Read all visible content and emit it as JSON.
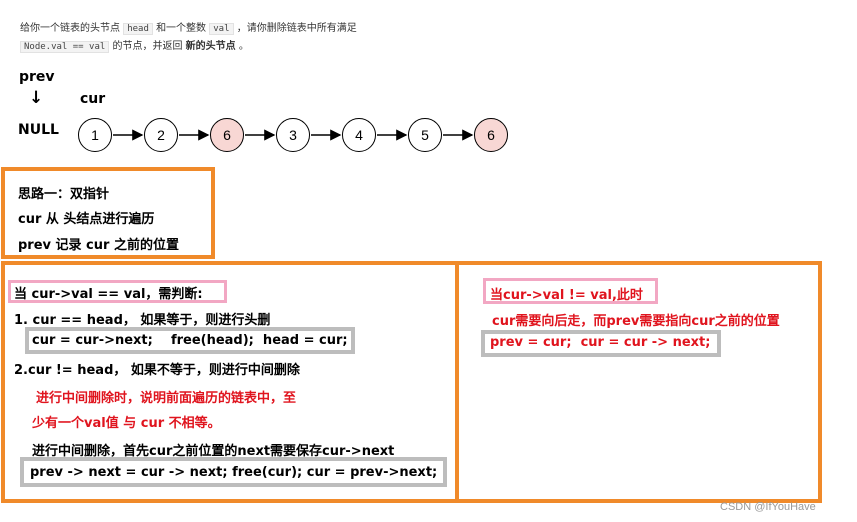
{
  "prompt": {
    "line1_a": "给你一个链表的头节点",
    "code_head": "head",
    "line1_b": "和一个整数",
    "code_val": "val",
    "line1_c": "，请你删除链表中所有满足",
    "code_cond": "Node.val == val",
    "line2_a": "的节点，并返回",
    "line2_bold": "新的头节点",
    "line2_end": "。"
  },
  "diagram": {
    "prev_label": "prev",
    "arrow_down": "↓",
    "cur_label": "cur",
    "null_label": "NULL",
    "nodes": [
      "1",
      "2",
      "6",
      "3",
      "4",
      "5",
      "6"
    ],
    "highlight_color": "#f8d7d4"
  },
  "idea_box": {
    "line1": "思路一：双指针",
    "line2": "cur 从 头结点进行遍历",
    "line3": "prev 记录 cur 之前的位置"
  },
  "left_box": {
    "title": "当 cur->val == val，需判断:",
    "case1": "1. cur == head， 如果等于，则进行头删",
    "code1": "cur = cur->next;    free(head);  head = cur;",
    "case2": "2.cur != head， 如果不等于，则进行中间删除",
    "note1": "进行中间删除时，说明前面遍历的链表中，至",
    "note2": "少有一个val值 与 cur 不相等。",
    "desc": "进行中间删除，首先cur之前位置的next需要保存cur->next",
    "code2": "prev -> next = cur -> next; free(cur); cur = prev->next;"
  },
  "right_box": {
    "title": "当cur->val != val,此时",
    "desc": "cur需要向后走，而prev需要指向cur之前的位置",
    "code": "prev = cur;  cur = cur -> next;"
  },
  "watermark": "CSDN @IfYouHave",
  "colors": {
    "orange": "#f08a2a",
    "red": "#e0141e",
    "gray": "#bdbdbd",
    "pink": "#f2a7c3"
  }
}
